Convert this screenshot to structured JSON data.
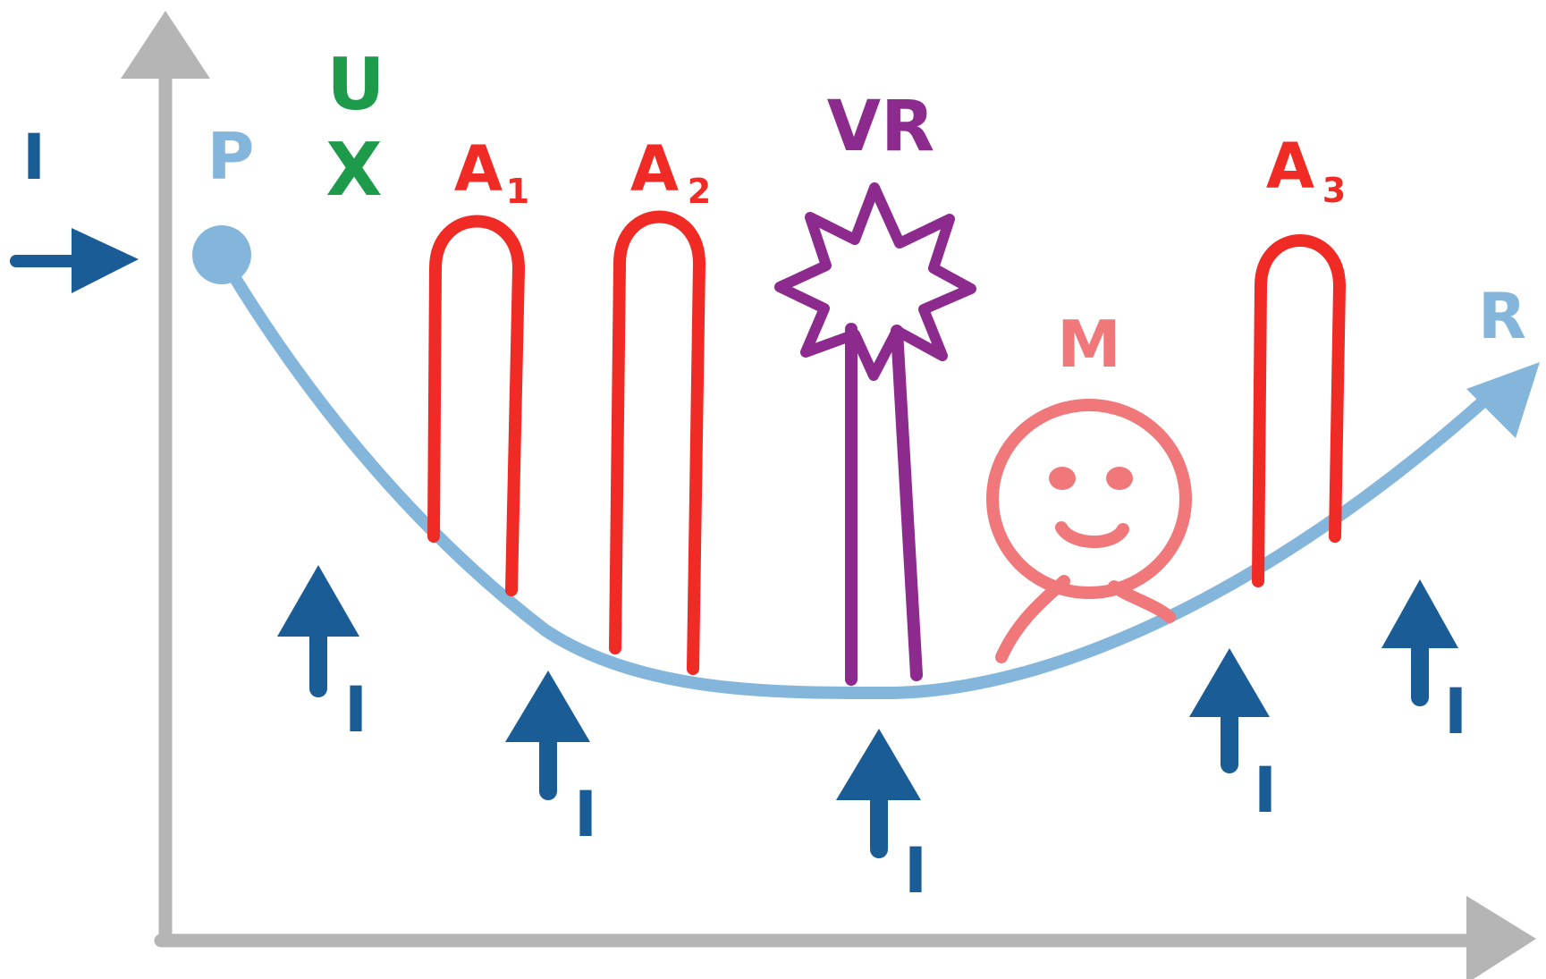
{
  "colors": {
    "axis": "#b5b5b5",
    "curve": "#84b6db",
    "start_marker": "#84b6db",
    "incoming": "#1a5c96",
    "ux": "#1d9a4a",
    "antenna": "#f02a24",
    "vr": "#8c2a8e",
    "man": "#f0787a"
  },
  "labels": {
    "left_input": "I",
    "start": "P",
    "ux_top": "U",
    "ux_bottom": "X",
    "a1_letter": "A",
    "a1_sub": "1",
    "a2_letter": "A",
    "a2_sub": "2",
    "vr": "VR",
    "man": "M",
    "a3_letter": "A",
    "a3_sub": "3",
    "end": "R",
    "arrow_label": "I"
  },
  "icons": {
    "vr": "star-icon",
    "man": "smiley-person-icon"
  }
}
